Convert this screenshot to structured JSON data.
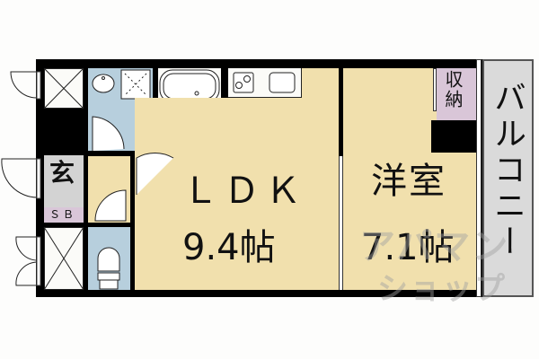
{
  "floor_plan": {
    "rooms": {
      "ldk": {
        "name": "ＬＤＫ",
        "size": "9.4帖"
      },
      "western_room": {
        "name": "洋室",
        "size": "7.1帖"
      },
      "storage": {
        "name": "収納"
      },
      "entrance": {
        "name": "玄"
      },
      "shoe_box": {
        "name": "ＳＢ"
      },
      "balcony": {
        "name": "バルコニー"
      }
    },
    "watermark": {
      "line1": "アパマン",
      "line2": "ショップ"
    },
    "colors": {
      "ldk": "#f1e0ad",
      "wet_area": "#b7cfdd",
      "storage": "#d9c6d8",
      "balcony": "#dadada",
      "wall": "#000000"
    }
  }
}
